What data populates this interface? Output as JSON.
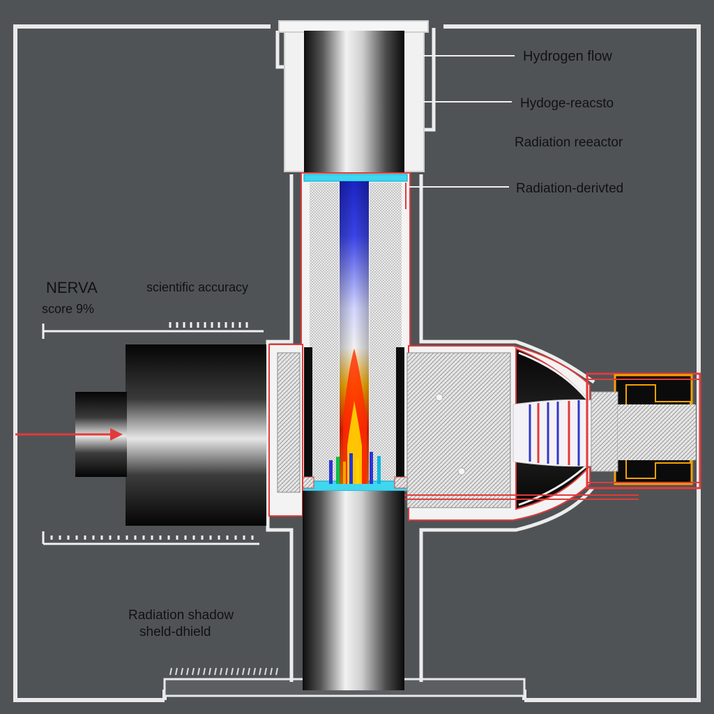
{
  "labels": {
    "hydrogen_flow": "Hydrogen flow",
    "hydrogen_reactor": "Hydoge-reacsto",
    "radiation_reactor": "Radiation reeactor",
    "radiation_derived": "Radiation-derivted",
    "nerva": "NERVA",
    "score": "score  9%",
    "scientific_accuracy": "scientific accuracy",
    "shadow_shield_line1": "Radiation shadow",
    "shadow_shield_line2": "sheld-dhield"
  },
  "colors": {
    "background": "#505356",
    "outline": "#e9e9e9",
    "accent_red": "#e23a3a",
    "hot_core": "#ff2a00",
    "cool_flow": "#2a35d8",
    "cyan_seal": "#3fd6f0",
    "nozzle_orange": "#f5a300"
  },
  "icons": {
    "flow_arrow": "arrow-right-icon"
  }
}
